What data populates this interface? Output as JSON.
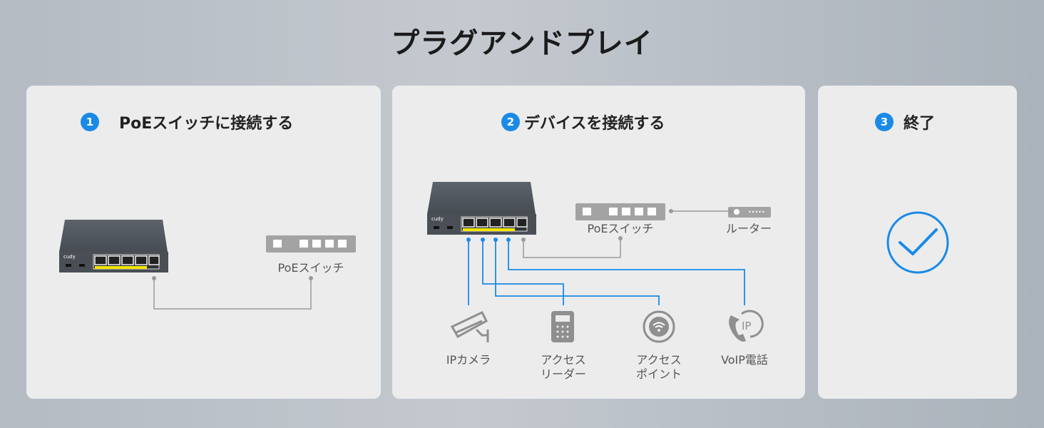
{
  "title": "プラグアンドプレイ",
  "steps": [
    {
      "number": "1",
      "label": "PoEスイッチに接続する"
    },
    {
      "number": "2",
      "label": "デバイスを接続する"
    },
    {
      "number": "3",
      "label": "終了"
    }
  ],
  "labels": {
    "poe_switch": "PoEスイッチ",
    "router": "ルーター"
  },
  "devices": [
    {
      "icon": "ip-camera-icon",
      "label": "IPカメラ"
    },
    {
      "icon": "access-reader-icon",
      "label": "アクセス\nリーダー"
    },
    {
      "icon": "access-point-icon",
      "label": "アクセス\nポイント"
    },
    {
      "icon": "voip-phone-icon",
      "label": "VoIP電話"
    }
  ],
  "brand": "cudy",
  "colors": {
    "accent": "#1a8ae6",
    "line": "#9a9a9a"
  }
}
